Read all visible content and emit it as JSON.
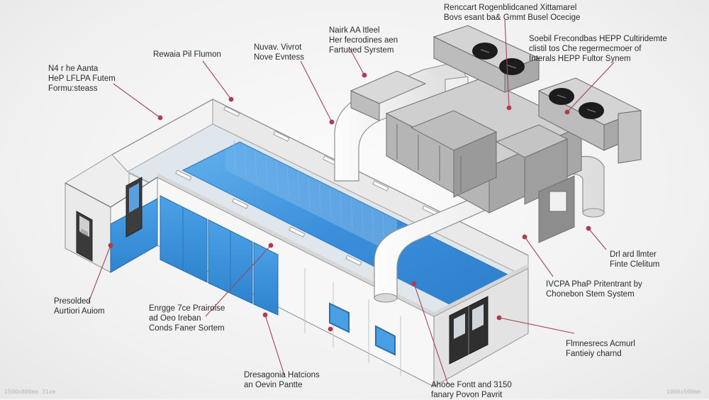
{
  "labels": {
    "top_right_title": "Renccart Rogenblidcaned Xittamarel\nBovs esant ba& Gmmt Busel Ocecige",
    "filter_section": "Soebil Frecondbas HEPP Cultiridemte\nclistil tos Che regermecmoer of\nInterals HEPP Fultor Synem",
    "exhaust_system": "Nairk AA Itleel\nHer fecrodines aen\nFartuued Syrstem",
    "noise_vent": "Nuvav. Vivrot\nNove Evntess",
    "panel_filtration": "Rewaia Pil Flumon",
    "hepa_filter_left": "N4 r he Aanta\nHeP LFLPA Futem\nFormu:steass",
    "dried_filter": "Drl ard llmter\nFinte Clelitum",
    "hepa_exhaust": "IVCPA PhaP Pritentrant by\nChonebon Stem System",
    "pressurized_airlock": "Presolded\nAurtiori Auiom",
    "engage_filter": "Enrgge 7ce Prairoise\nad Oeo Ireban\nConds Faner Sortem",
    "differential_monitors": "Dresagonia Hatcions\nan Oevin Pantte",
    "after_event": "Ahooe Fontt and 3150\nfanary Povon Pavrit",
    "bottom_right_note": "Flmnesrecs Acmurl\nFantieiy charnd",
    "corner_left": "1500x800mm  31xm",
    "corner_right": "1000x500mm"
  },
  "colors": {
    "leader_line": "#a14552",
    "leader_dot": "#b23a4e",
    "water_blue": "#3b8fd8",
    "wall_white": "#f7f7f7",
    "wall_shade": "#e4e4e4",
    "duct_white": "#f4f4f4",
    "unit_grey": "#bcbcbc",
    "fan_black": "#1c1c1c"
  },
  "icons": [
    "fan-icon",
    "door-icon",
    "window-icon"
  ]
}
